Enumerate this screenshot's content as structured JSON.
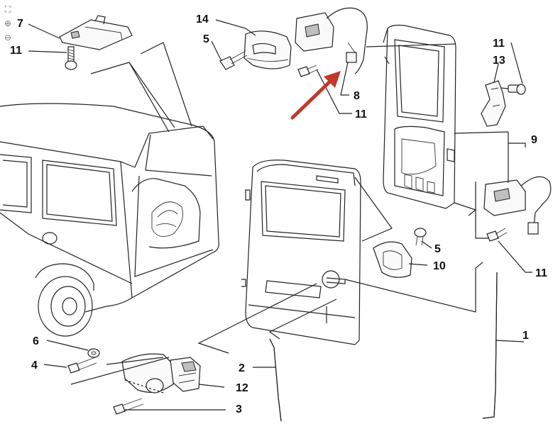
{
  "toolbar": {
    "fit_icon": "fit-screen-icon",
    "zoom_in_icon": "zoom-in-icon",
    "zoom_out_icon": "zoom-out-icon"
  },
  "callouts": {
    "c7": "7",
    "c11_top_left": "11",
    "c14": "14",
    "c5_top": "5",
    "c8": "8",
    "c11_mid": "11",
    "c11_right": "11",
    "c13": "13",
    "c9": "9",
    "c5_mid": "5",
    "c10": "10",
    "c11_low_right": "11",
    "c1": "1",
    "c2": "2",
    "c6": "6",
    "c4": "4",
    "c12": "12",
    "c3": "3"
  },
  "colors": {
    "arrow": "#c0392b",
    "ink": "#222222"
  }
}
